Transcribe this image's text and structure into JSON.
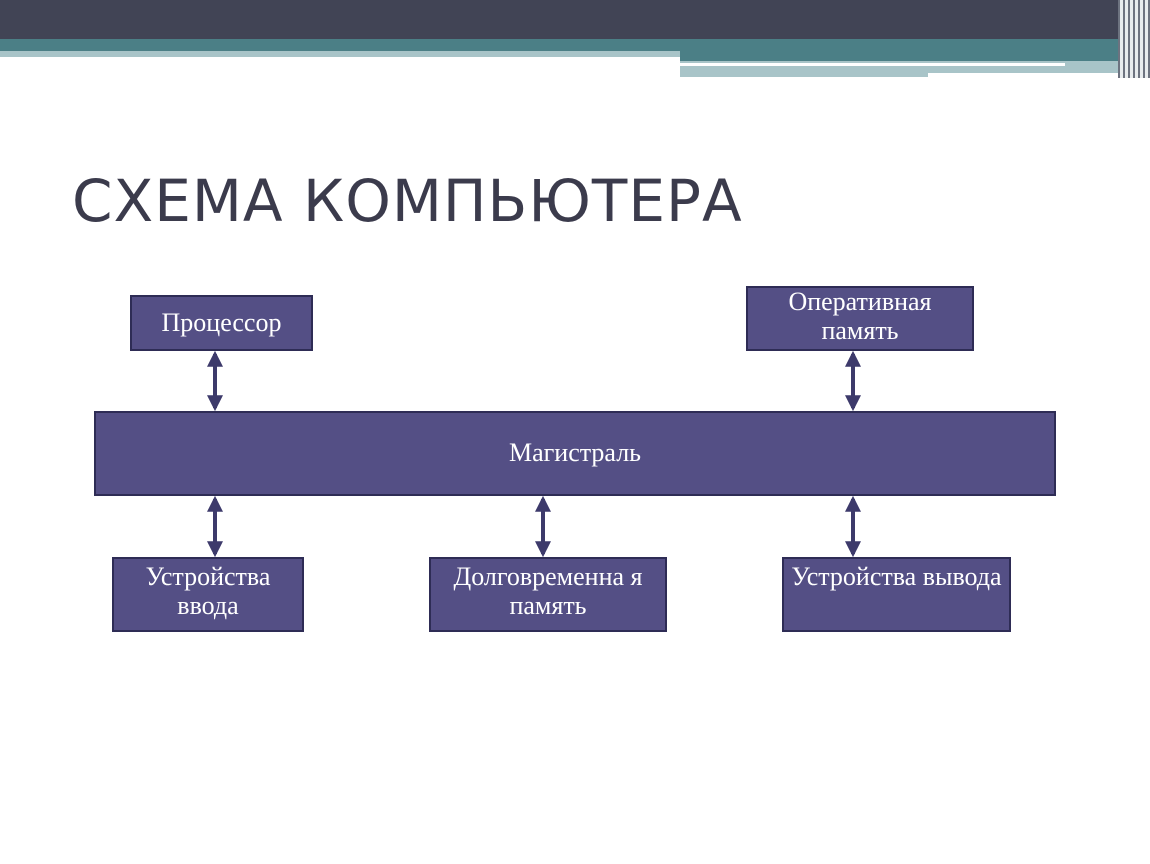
{
  "slide": {
    "title": "СХЕМА КОМПЬЮТЕРА"
  },
  "diagram": {
    "processor": "Процессор",
    "ram": "Оперативная память",
    "bus": "Магистраль",
    "input_devices": "Устройства ввода",
    "storage": "Долговременна я память",
    "output_devices": "Устройства вывода"
  },
  "colors": {
    "box_fill": "#544f85",
    "box_border": "#2e2c55",
    "arrow": "#3d3a6b",
    "title": "#3b3b4c",
    "header_dark": "#414455",
    "header_teal": "#4b7f86",
    "header_light": "#a8c4c8"
  }
}
